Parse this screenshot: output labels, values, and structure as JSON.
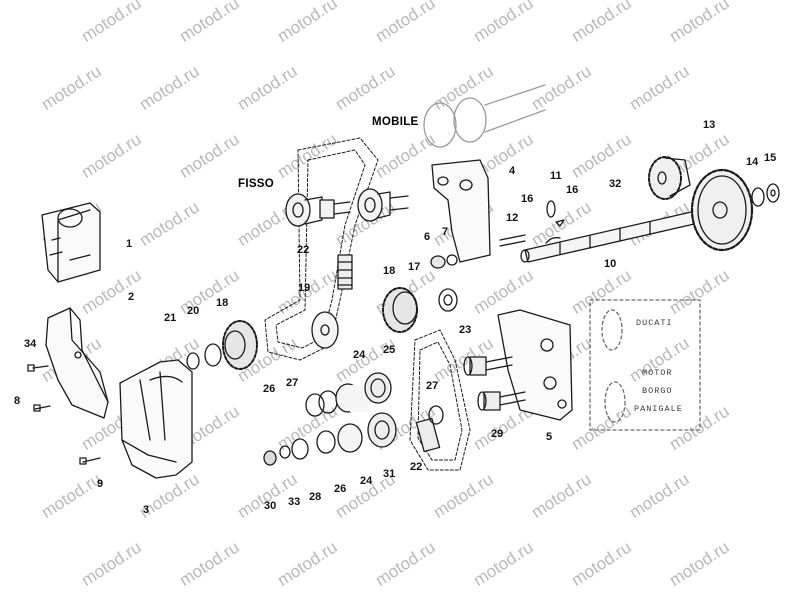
{
  "watermark": "motod.ru",
  "labels": {
    "mobile": "MOBILE",
    "fisso": "FISSO"
  },
  "callouts": [
    "1",
    "2",
    "3",
    "4",
    "5",
    "6",
    "7",
    "8",
    "9",
    "10",
    "11",
    "12",
    "13",
    "14",
    "15",
    "16",
    "16",
    "17",
    "18",
    "18",
    "19",
    "20",
    "21",
    "22",
    "22",
    "23",
    "24",
    "24",
    "25",
    "26",
    "26",
    "27",
    "27",
    "28",
    "29",
    "30",
    "31",
    "32",
    "33",
    "34"
  ],
  "plate_text": [
    "DUCATI",
    "MOTOR",
    "BORGO",
    "PANIGALE"
  ],
  "colors": {
    "ink": "#1a1a1a",
    "watermark": "#b9b9b9",
    "paper": "#ffffff"
  }
}
